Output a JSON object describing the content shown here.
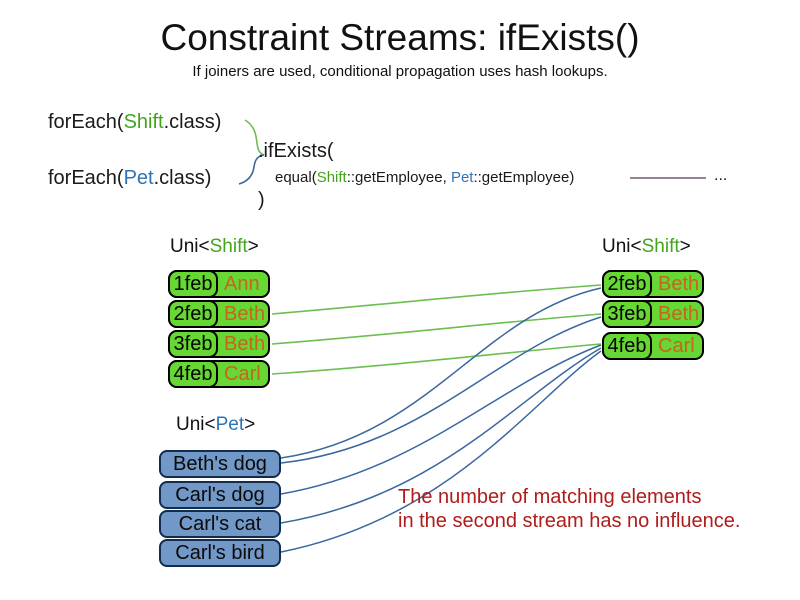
{
  "slide": {
    "title": "Constraint Streams: ifExists()",
    "subtitle": "If joiners are used, conditional propagation uses hash lookups."
  },
  "code": {
    "foreach_shift": {
      "pre": "forEach(",
      "cls": "Shift",
      "post": ".class)"
    },
    "foreach_pet": {
      "pre": "forEach(",
      "cls": "Pet",
      "post": ".class)"
    },
    "if_exists": ".ifExists(",
    "equal": {
      "pre": "equal(",
      "shift": "Shift",
      "mid": "::getEmployee, ",
      "pet": "Pet",
      "post": "::getEmployee)"
    },
    "close_paren": ")",
    "ellipsis": "..."
  },
  "left_stream": {
    "label": {
      "pre": "Uni<",
      "type": "Shift",
      "post": ">"
    },
    "rows": [
      {
        "date": "1feb",
        "name": "Ann"
      },
      {
        "date": "2feb",
        "name": "Beth"
      },
      {
        "date": "3feb",
        "name": "Beth"
      },
      {
        "date": "4feb",
        "name": "Carl"
      }
    ]
  },
  "right_stream": {
    "label": {
      "pre": "Uni<",
      "type": "Shift",
      "post": ">"
    },
    "rows": [
      {
        "date": "2feb",
        "name": "Beth"
      },
      {
        "date": "3feb",
        "name": "Beth"
      },
      {
        "date": "4feb",
        "name": "Carl"
      }
    ]
  },
  "pet_stream": {
    "label": {
      "pre": "Uni<",
      "type": "Pet",
      "post": ">"
    },
    "rows": [
      {
        "name": "Beth's dog"
      },
      {
        "name": "Carl's dog"
      },
      {
        "name": "Carl's cat"
      },
      {
        "name": "Carl's bird"
      }
    ]
  },
  "note": {
    "line1": "The number of matching elements",
    "line2": "in the second stream has no influence."
  },
  "edges": {
    "join_lines": [
      {
        "from": "left-2feb",
        "to": "right-2feb",
        "color": "green"
      },
      {
        "from": "left-3feb",
        "to": "right-3feb",
        "color": "green"
      },
      {
        "from": "left-4feb",
        "to": "right-4feb",
        "color": "green"
      },
      {
        "from": "beths-dog",
        "to": "right-2feb",
        "color": "blue"
      },
      {
        "from": "beths-dog",
        "to": "right-3feb",
        "color": "blue"
      },
      {
        "from": "carls-dog",
        "to": "right-4feb",
        "color": "blue"
      },
      {
        "from": "carls-cat",
        "to": "right-4feb",
        "color": "blue"
      },
      {
        "from": "carls-bird",
        "to": "right-4feb",
        "color": "blue"
      }
    ]
  },
  "colors": {
    "shift_green": "#44a41e",
    "pet_blue": "#2e74b5",
    "box_green": "#66d733",
    "box_blue": "#7298c8",
    "name_orange": "#c8641e",
    "note_red": "#b01b1b",
    "green_line": "#6cbe51",
    "blue_line": "#39679f",
    "purple_line": "#735a73"
  }
}
